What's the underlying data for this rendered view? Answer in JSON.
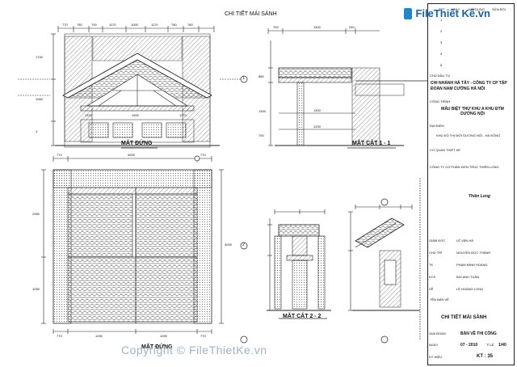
{
  "views": {
    "top_title": "CHI TIẾT MÁI SẢNH",
    "elevation": "MẶT ĐỨNG",
    "section_1": "MẶT CẮT 1 - 1",
    "section_2": "MẶT CẮT 2 - 2",
    "plan": "MẶT ĐỨNG",
    "section_marks": [
      "1",
      "2"
    ]
  },
  "dimensions": {
    "top": [
      "770",
      "780",
      "700",
      "1170",
      "1000",
      "1170",
      "780",
      "780"
    ],
    "side_left": [
      "1700",
      "1060",
      "4"
    ],
    "inner": [
      "1370",
      "1500",
      "1370",
      "1300",
      "1200"
    ],
    "section_top": [
      "750",
      "1400",
      "240"
    ],
    "section_bottom": [
      "880",
      "1300",
      "700"
    ],
    "plan_top": [
      "770",
      "4000",
      "770"
    ],
    "plan_side": [
      "2950",
      "1050",
      "4000"
    ],
    "plan_bottom": [
      "770",
      "1250",
      "1250",
      "770"
    ]
  },
  "title_block": {
    "revision_header": [
      "ĐỢT",
      "SỬA ĐỔI"
    ],
    "revision_cols": [
      "STT",
      "NGÀY",
      "NỘI DUNG",
      "SỬA ĐỔI"
    ],
    "rev_rows": [
      "1",
      "2",
      "3",
      "4",
      "5"
    ],
    "owner_label": "CHỦ ĐẦU TƯ",
    "owner_name": "CHI NHÁNH HÀ TÂY - CÔNG TY CP TẬP ĐOÀN NAM CƯỜNG HÀ NỘI",
    "project_label": "CÔNG TRÌNH",
    "project_name": "MẪU BIỆT THỰ KHU A KHU ĐTM DƯƠNG NỘI",
    "location_label": "ĐỊA ĐIỂM",
    "location_text": "KHU ĐÔ THỊ MỚI DƯƠNG NỘI - HÀ ĐÔNG",
    "consultant_label": "CƠ QUAN THIẾT KẾ",
    "consultant_name": "CÔNG TY CỔ PHẦN KIẾN TRÚC THIÊN LONG",
    "firm_name": "Thiên Long",
    "roles": [
      "GIÁM ĐỐC",
      "CHỦ TRÌ",
      "TK",
      "KCS",
      "VẼ"
    ],
    "names": [
      "LÊ VĂN HÀ",
      "NGUYỄN ĐỨC THÀNH",
      "PHẠM MINH HOÀNG",
      "BÙI ANH TUẤN",
      "LÊ HOÀNG LONG"
    ],
    "drawing_label": "TÊN BẢN VẼ",
    "drawing_title": "CHI TIẾT MÁI SẢNH",
    "stage_label": "GIAI ĐOẠN",
    "stage_value": "BẢN VẼ THI CÔNG",
    "date_label": "NGÀY",
    "date_value": "07 - 2010",
    "scale_label": "TỈ LỆ",
    "scale_value": "1/40",
    "sheet_label": "KÝ HIỆU",
    "sheet_value": "KT : 35"
  },
  "logo": {
    "text": "FileThiết Kế.vn"
  },
  "watermark": "Copyright © FileThietKe.vn"
}
